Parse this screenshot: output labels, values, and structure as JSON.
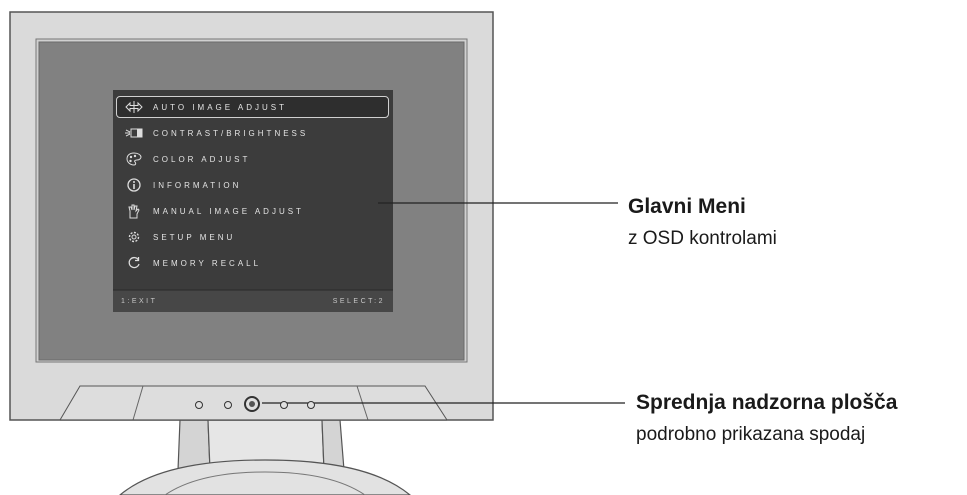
{
  "osd_menu": {
    "items": [
      {
        "label": "AUTO IMAGE ADJUST",
        "icon": "auto-adjust-icon",
        "active": true
      },
      {
        "label": "CONTRAST/BRIGHTNESS",
        "icon": "contrast-icon",
        "active": false
      },
      {
        "label": "COLOR ADJUST",
        "icon": "color-palette-icon",
        "active": false
      },
      {
        "label": "INFORMATION",
        "icon": "info-icon",
        "active": false
      },
      {
        "label": "MANUAL IMAGE ADJUST",
        "icon": "manual-adjust-icon",
        "active": false
      },
      {
        "label": "SETUP MENU",
        "icon": "gear-icon",
        "active": false
      },
      {
        "label": "MEMORY RECALL",
        "icon": "recall-icon",
        "active": false
      }
    ],
    "footer": {
      "exit_label": "1:EXIT",
      "select_label": "SELECT:2"
    }
  },
  "callouts": {
    "main_menu": {
      "title": "Glavni Meni",
      "subtitle": "z OSD kontrolami"
    },
    "front_panel": {
      "title": "Sprednja nadzorna plošča",
      "subtitle": "podrobno prikazana spodaj"
    }
  },
  "colors": {
    "bezel": "#d9d9d9",
    "screen": "#808080",
    "osd_background": "#3c3c3c",
    "osd_text": "#e4e4e4",
    "label_text": "#1a1a1a"
  }
}
